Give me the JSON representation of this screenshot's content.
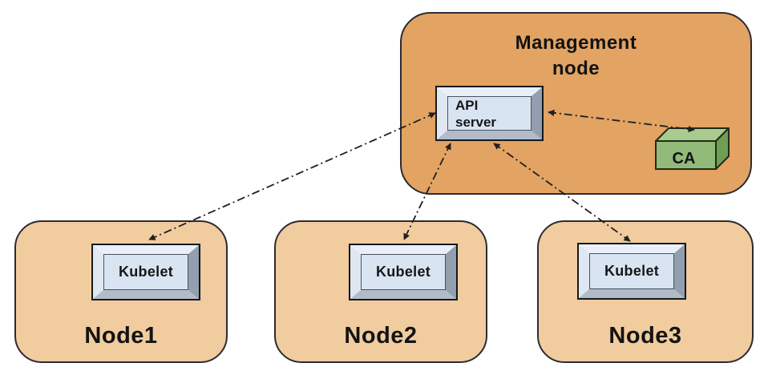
{
  "diagram": {
    "management_node": {
      "title": "Management\nnode",
      "api_server": {
        "label": "API\nserver"
      },
      "ca": {
        "label": "CA"
      }
    },
    "nodes": [
      {
        "name": "Node1",
        "component": "Kubelet"
      },
      {
        "name": "Node2",
        "component": "Kubelet"
      },
      {
        "name": "Node3",
        "component": "Kubelet"
      }
    ],
    "connections": [
      {
        "from": "API server",
        "to": "Kubelet (Node1)",
        "style": "dash-dot",
        "bidirectional": true
      },
      {
        "from": "API server",
        "to": "Kubelet (Node2)",
        "style": "dash-dot",
        "bidirectional": true
      },
      {
        "from": "API server",
        "to": "Kubelet (Node3)",
        "style": "dash-dot",
        "bidirectional": true
      },
      {
        "from": "API server",
        "to": "CA",
        "style": "dash-dot",
        "bidirectional": true
      }
    ],
    "colors": {
      "management_fill": "#e2a363",
      "worker_fill": "#f1cc9f",
      "box_face": "#d9e4f2",
      "bevel_light": "#eaf0f9",
      "bevel_dark": "#939eae",
      "ca_front": "#92ba78",
      "ca_top": "#a9cb90",
      "ca_side": "#6f9e55",
      "outline": "#26272b",
      "arrow": "#1f1f1f"
    }
  }
}
